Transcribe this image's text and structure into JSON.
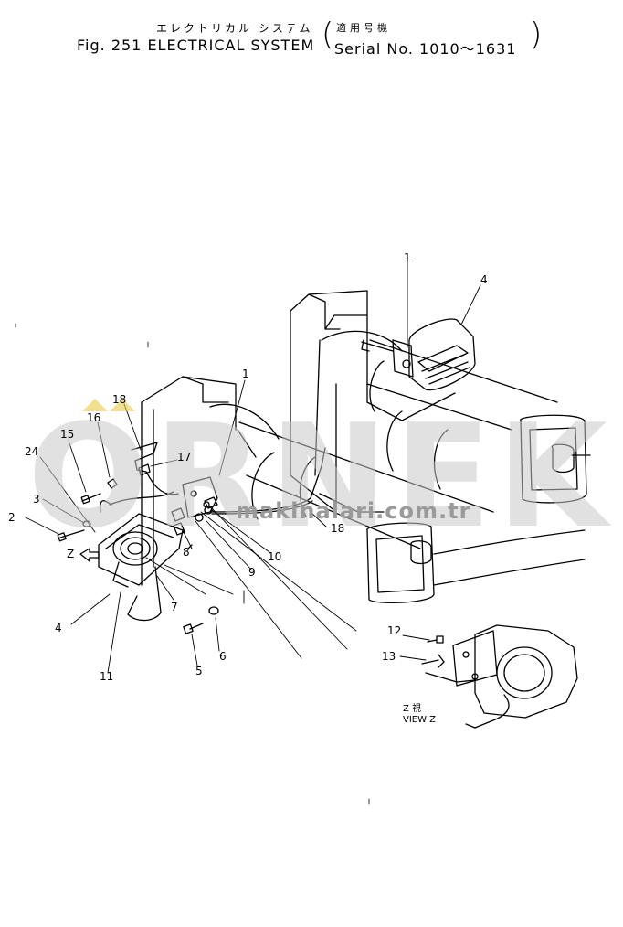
{
  "header": {
    "title_jp": "エレクトリカル システム",
    "title_en": "Fig. 251 ELECTRICAL SYSTEM",
    "serial_jp": "適用号機",
    "serial_en": "Serial No. 1010～1631"
  },
  "watermark": {
    "brand": "ORNEK",
    "url": "makinalari.com.tr"
  },
  "view": {
    "z_jp": "Z 視",
    "view_en": "VIEW Z"
  },
  "arrow_label": "Z",
  "callouts": [
    "1",
    "4",
    "1",
    "18",
    "16",
    "15",
    "17",
    "24",
    "3",
    "2",
    "8",
    "10",
    "9",
    "18",
    "7",
    "6",
    "4",
    "5",
    "11",
    "12",
    "13"
  ],
  "colors": {
    "line": "#000000",
    "watermark": "#c9c9c9",
    "accent": "#e8c94a"
  }
}
